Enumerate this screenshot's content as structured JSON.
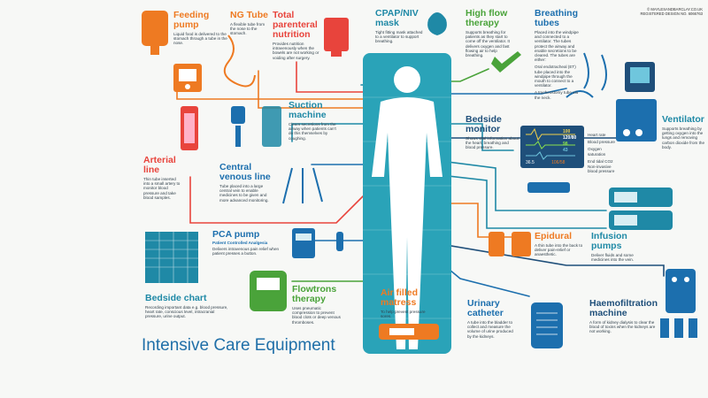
{
  "header": {
    "copyright_line1": "© MAYLESANDBARCLAY.CO.UK",
    "copyright_line2": "REGISTERED DESIGN NO. 6066763"
  },
  "title": "Intensive Care Equipment",
  "items": {
    "feeding_pump": {
      "title": "Feeding pump",
      "desc": "Liquid food is delivered to the stomach through a tube in the nose."
    },
    "ng_tube": {
      "title": "NG Tube",
      "desc": "A flexible tube from the nose to the stomach."
    },
    "tpn": {
      "title": "Total parenteral nutrition",
      "desc": "Provides nutrition intravenously when the bowels are not working or voiding after surgery."
    },
    "cpap": {
      "title": "CPAP/NIV mask",
      "desc": "Tight fitting mask attached to a ventilator to support breathing."
    },
    "high_flow": {
      "title": "High flow therapy",
      "desc": "Supports breathing for patients as they start to come off the ventilator. It delivers oxygen and fast flowing air to help breathing."
    },
    "breathing_tubes": {
      "title": "Breathing tubes",
      "desc1": "Placed into the windpipe and connected to a ventilator. The tubes protect the airway and enable secretions to be cleared. The tubes are either:",
      "desc2": "Oral endotracheal (ET) tube placed into the windpipe through the mouth to connect to a ventilator.",
      "desc3": "A tracheostomy tube via the neck."
    },
    "suction": {
      "title": "Suction machine",
      "desc": "Clears secretions from the airway when patients can't do this themselves by coughing."
    },
    "bedside_monitor": {
      "title": "Bedside monitor",
      "desc": "Shows vital information about the heart, breathing and blood pressure."
    },
    "ventilator": {
      "title": "Ventilator",
      "desc": "Supports breathing by getting oxygen into the lungs and removing carbon dioxide from the body."
    },
    "arterial": {
      "title": "Arterial line",
      "desc": "Thin tube inserted into a small artery to monitor blood pressure and take blood samples."
    },
    "cvl": {
      "title": "Central venous line",
      "desc": "Tube placed into a large central vein to enable medicines to be given and more advanced monitoring."
    },
    "pca": {
      "title": "PCA pump",
      "subtitle": "Patient Controlled Analgesia",
      "desc": "Delivers intravenous pain relief when patient presses a button."
    },
    "epidural": {
      "title": "Epidural",
      "desc": "A thin tube into the back to deliver pain-relief or anaesthetic."
    },
    "infusion": {
      "title": "Infusion pumps",
      "desc": "Deliver fluids and some medicines into the vein."
    },
    "bedside_chart": {
      "title": "Bedside chart",
      "desc": "Recording important data e.g. blood pressure, heart rate, conscious level, intracranial pressure, urine output."
    },
    "flowtrons": {
      "title": "Flowtrons therapy",
      "desc": "Uses pneumatic compression to prevent blood clots or deep venous thromboses."
    },
    "air_mattress": {
      "title": "Air filled matress",
      "desc": "To help prevent pressure sores."
    },
    "urinary": {
      "title": "Urinary catheter",
      "desc": "A tube into the bladder to collect and measure the volume of urine produced by the kidneys."
    },
    "haemo": {
      "title": "Haemofiltration machine",
      "desc": "A form of kidney dialysis to clear the blood of toxins when the kidneys are not working."
    }
  },
  "monitor": {
    "labels": [
      "Heart rate",
      "Blood pressure",
      "Oxygen saturation",
      "End tidal CO2",
      "Non-invasive blood pressure"
    ],
    "readouts": [
      "100",
      "120/80",
      "98",
      "43",
      "36.5",
      "106/58"
    ]
  },
  "colors": {
    "orange": "#ee7a22",
    "red": "#e8443c",
    "teal": "#1f89a6",
    "green": "#4aa33a",
    "blue": "#1c6fae",
    "navy": "#1f4f7a",
    "patient": "#2aa3b8",
    "title": "#1f6fa8"
  }
}
